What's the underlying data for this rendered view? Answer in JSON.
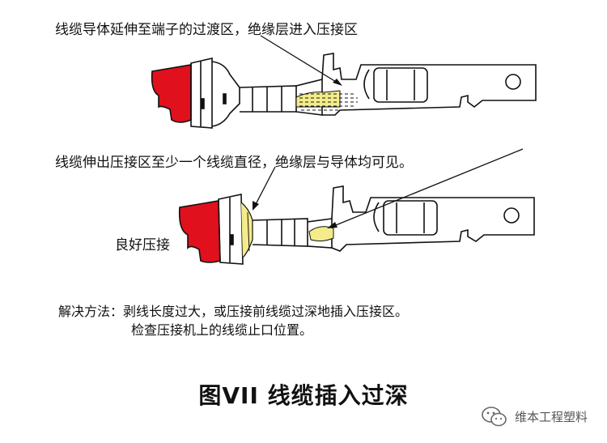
{
  "caption_top": "线缆导体延伸至端子的过渡区，绝缘层进入压接区",
  "caption_middle": "线缆伸出压接区至少一个线缆直径，绝缘层与导体均可见。",
  "label_good_crimp": "良好压接",
  "solution_line1": "解决方法：剥线长度过大，或压接前线缆过深地插入压接区。",
  "solution_line2": "检查压接机上的线缆止口位置。",
  "figure_title": "图VII 线缆插入过深",
  "watermark_brand": "维本工程塑料",
  "colors": {
    "insulation": "#e0101c",
    "conductor": "#f4ec8a",
    "outline": "#111111"
  },
  "icons": [
    "wechat-icon"
  ]
}
